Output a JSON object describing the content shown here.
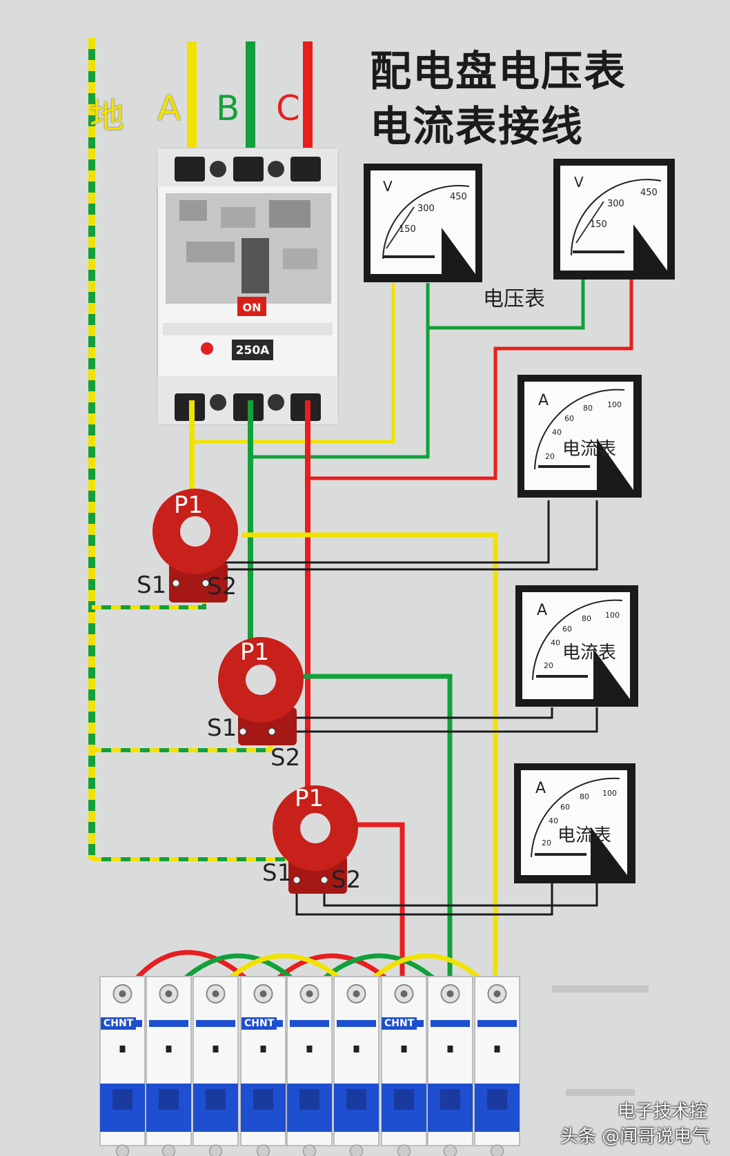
{
  "title": {
    "line1": "配电盘电压表",
    "line2": "电流表接线"
  },
  "phases": {
    "ground": "地",
    "a": "A",
    "b": "B",
    "c": "C"
  },
  "breaker": {
    "switch_label": "ON",
    "rating": "250A"
  },
  "voltmeters": [
    {
      "unit": "V",
      "ticks": [
        "150",
        "300",
        "450"
      ]
    },
    {
      "unit": "V",
      "ticks": [
        "150",
        "300",
        "450"
      ]
    }
  ],
  "voltmeter_label": "电压表",
  "ammeters": [
    {
      "unit": "A",
      "label": "电流表",
      "ticks": [
        "20",
        "40",
        "60",
        "80",
        "100"
      ]
    },
    {
      "unit": "A",
      "label": "电流表",
      "ticks": [
        "20",
        "40",
        "60",
        "80",
        "100"
      ]
    },
    {
      "unit": "A",
      "label": "电流表",
      "ticks": [
        "20",
        "40",
        "60",
        "80",
        "100"
      ]
    }
  ],
  "current_transformers": [
    {
      "p": "P1",
      "s1": "S1",
      "s2": "S2"
    },
    {
      "p": "P1",
      "s1": "S1",
      "s2": "S2"
    },
    {
      "p": "P1",
      "s1": "S1",
      "s2": "S2"
    }
  ],
  "mcb_brand": "CHNT",
  "watermark": {
    "line1": "电子技术控",
    "line2": "头条 @闻哥说电气"
  },
  "colors": {
    "phase_a": "#f2e200",
    "phase_b": "#12a03a",
    "phase_c": "#e81e1e",
    "ground_green": "#12a03a",
    "ground_yellow": "#f2e200",
    "ct_body": "#c8201a",
    "mcb_blue": "#1e4fd0",
    "background": "#dadcdc"
  }
}
